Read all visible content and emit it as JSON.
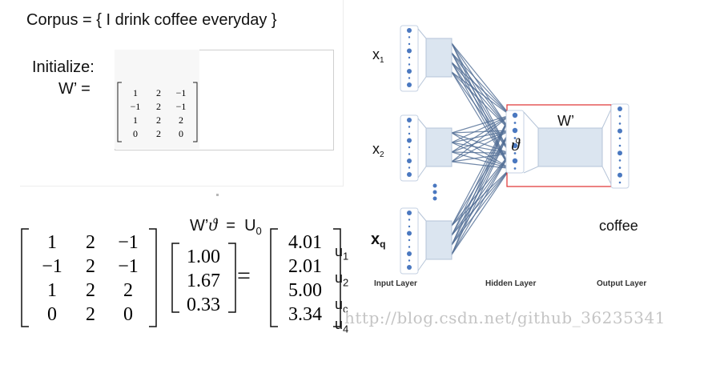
{
  "corpus": {
    "text": "Corpus = { I drink coffee everyday }"
  },
  "initialize": {
    "label": "Initialize:",
    "w_label": "W’  =",
    "matrix": [
      [
        "1",
        "2",
        "−1"
      ],
      [
        "−1",
        "2",
        "−1"
      ],
      [
        "1",
        "2",
        "2"
      ],
      [
        "0",
        "2",
        "0"
      ]
    ]
  },
  "equation": {
    "lhs": "W’",
    "theta": "ϑ",
    "equals": "=",
    "rhs": "U",
    "rhs_sub": "0"
  },
  "big_equation": {
    "matrix": [
      [
        "1",
        "2",
        "−1"
      ],
      [
        "−1",
        "2",
        "−1"
      ],
      [
        "1",
        "2",
        "2"
      ],
      [
        "0",
        "2",
        "0"
      ]
    ],
    "vector": [
      "1.00",
      "1.67",
      "0.33"
    ],
    "equals": "=",
    "result": [
      "4.01",
      "2.01",
      "5.00",
      "3.34"
    ]
  },
  "u_labels": [
    {
      "letter": "u",
      "sub": "1"
    },
    {
      "letter": "u",
      "sub": "2"
    },
    {
      "letter": "u",
      "sub": "c"
    },
    {
      "letter": "u",
      "sub": "4"
    }
  ],
  "network": {
    "inputs": [
      {
        "letter": "x",
        "sub": "1"
      },
      {
        "letter": "x",
        "sub": "2"
      },
      {
        "letter": "x",
        "sub": "q"
      }
    ],
    "hidden_weight_label": "W’",
    "hidden_symbol": "ϑ",
    "output_word": "coffee",
    "layer_labels": [
      "Input Layer",
      "Hidden Layer",
      "Output Layer"
    ],
    "colors": {
      "highlight_box": "#e03030",
      "node": "#4a78c0",
      "matrix_fill": "#dbe5f0",
      "connection": "#4f6b93"
    }
  },
  "watermark": "http://blog.csdn.net/github_36235341"
}
